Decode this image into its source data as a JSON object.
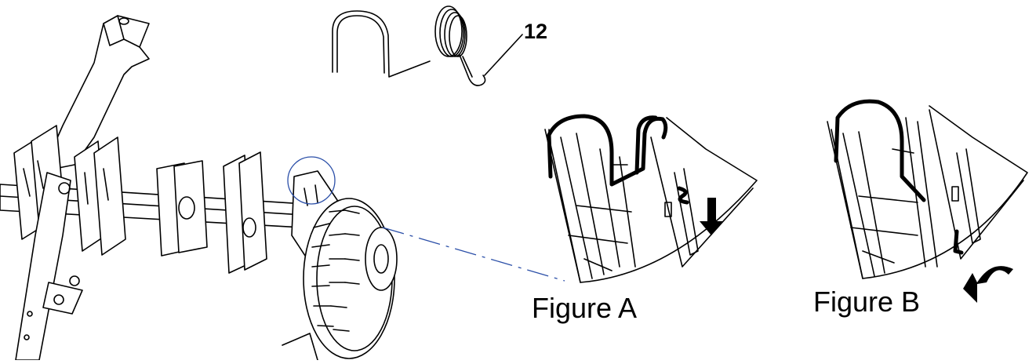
{
  "labels": {
    "part_number": "12",
    "figure_a": "Figure A",
    "figure_b": "Figure B"
  },
  "colors": {
    "line": "#000000",
    "callout": "#2b4fa8",
    "background": "#ffffff"
  },
  "icons": {
    "arrow_a": "down-arrow-icon",
    "arrow_b": "curved-arrow-icon"
  }
}
